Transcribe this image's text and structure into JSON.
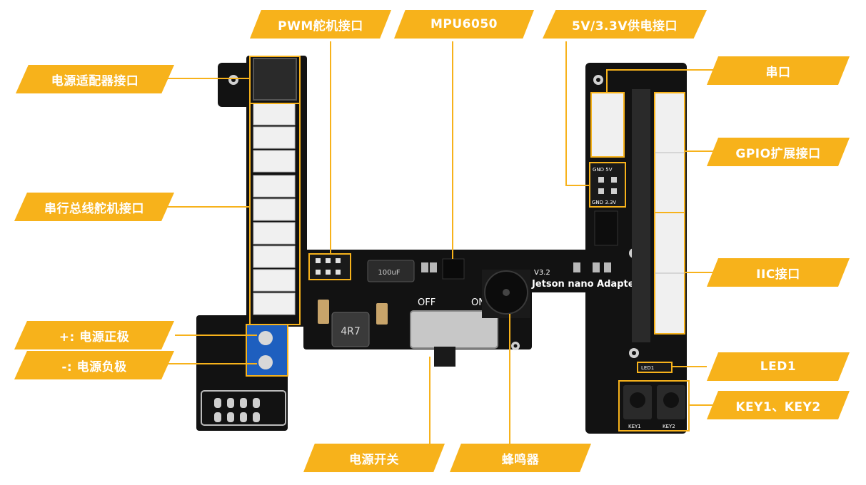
{
  "colors": {
    "accent": "#f7b21b",
    "board": "#121212",
    "connector": "#f0f0f0"
  },
  "labels": {
    "pwm": "PWM舵机接口",
    "mpu": "MPU6050",
    "power_5v": "5V/3.3V供电接口",
    "adapter": "电源适配器接口",
    "serial": "串口",
    "gpio": "GPIO扩展接口",
    "bus_servo": "串行总线舵机接口",
    "iic": "IIC接口",
    "plus": "+:  电源正极",
    "minus": "-:  电源负极",
    "led": "LED1",
    "keys": "KEY1、KEY2",
    "switch": "电源开关",
    "buzzer": "蜂鸣器"
  },
  "board": {
    "title": "Jetson nano Adapter",
    "version": "V3.2",
    "off": "OFF",
    "on": "ON",
    "inductor": "4R7",
    "capacitor": "100uF",
    "gnd_5v": "GND  5V",
    "gnd_33v": "GND 3.3V",
    "led_silk": "LED1",
    "key1_silk": "KEY1",
    "key2_silk": "KEY2"
  }
}
